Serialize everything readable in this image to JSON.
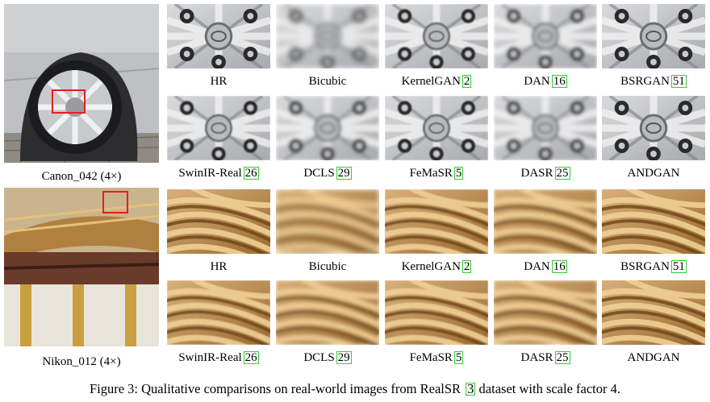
{
  "colors": {
    "citation_box": "#2fd02f",
    "crop_marker": "#e02020"
  },
  "scenes": [
    {
      "id": "car",
      "label": "Canon_042 (4×)",
      "top_row": [
        {
          "name": "HR",
          "cite": ""
        },
        {
          "name": "Bicubic",
          "cite": ""
        },
        {
          "name": "KernelGAN",
          "cite": "2"
        },
        {
          "name": "DAN",
          "cite": "16"
        },
        {
          "name": "BSRGAN",
          "cite": "51"
        }
      ],
      "bottom_row": [
        {
          "name": "SwinIR-Real",
          "cite": "26"
        },
        {
          "name": "DCLS",
          "cite": "29"
        },
        {
          "name": "FeMaSR",
          "cite": "5"
        },
        {
          "name": "DASR",
          "cite": "25"
        },
        {
          "name": "ANDGAN",
          "cite": ""
        }
      ]
    },
    {
      "id": "roof",
      "label": "Nikon_012 (4×)",
      "top_row": [
        {
          "name": "HR",
          "cite": ""
        },
        {
          "name": "Bicubic",
          "cite": ""
        },
        {
          "name": "KernelGAN",
          "cite": "2"
        },
        {
          "name": "DAN",
          "cite": "16"
        },
        {
          "name": "BSRGAN",
          "cite": "51"
        }
      ],
      "bottom_row": [
        {
          "name": "SwinIR-Real",
          "cite": "26"
        },
        {
          "name": "DCLS",
          "cite": "29"
        },
        {
          "name": "FeMaSR",
          "cite": "5"
        },
        {
          "name": "DASR",
          "cite": "25"
        },
        {
          "name": "ANDGAN",
          "cite": ""
        }
      ]
    }
  ],
  "caption": {
    "prefix": "Figure 3: Qualitative comparisons on real-world images from RealSR",
    "cite": "3",
    "suffix": "dataset with scale factor 4."
  }
}
